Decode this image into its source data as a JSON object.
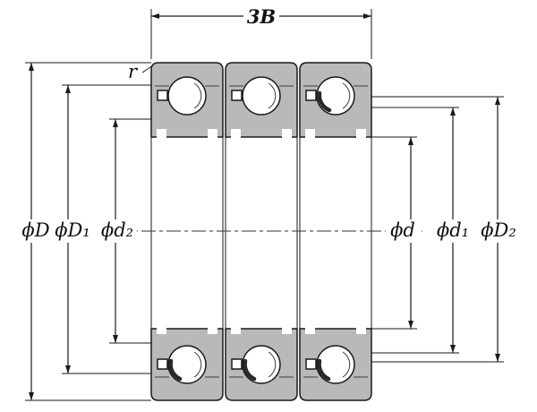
{
  "labels": {
    "width": "3B",
    "corner_radius": "r",
    "left": {
      "phi_D": "ϕD",
      "phi_D1": "ϕD₁",
      "phi_d2": "ϕd₂"
    },
    "right": {
      "phi_d": "ϕd",
      "phi_d1": "ϕd₁",
      "phi_D2": "ϕD₂"
    }
  },
  "colors": {
    "ring_fill": "#b9b9b9",
    "line": "#1a1a1a",
    "background": "#ffffff"
  }
}
